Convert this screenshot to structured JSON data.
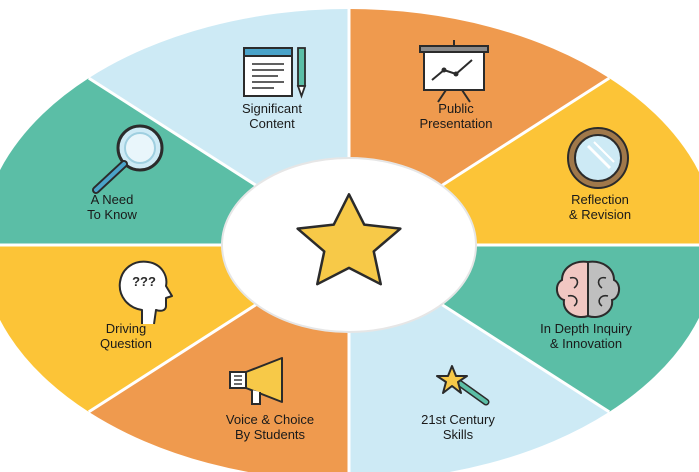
{
  "palette": {
    "light_blue": "#cdeaf5",
    "orange": "#ef9a4e",
    "yellow": "#fcc437",
    "teal": "#5bbea6",
    "hub": "#ffffff",
    "star": "#f7c948",
    "outline": "#2b2b2b"
  },
  "segments": [
    {
      "id": "significant-content",
      "lines": [
        "Significant",
        "Content"
      ],
      "color": "light_blue",
      "icon": "document-pencil-icon"
    },
    {
      "id": "public-presentation",
      "lines": [
        "Public",
        "Presentation"
      ],
      "color": "orange",
      "icon": "presentation-board-icon"
    },
    {
      "id": "reflection-revision",
      "lines": [
        "Reflection",
        "& Revision"
      ],
      "color": "yellow",
      "icon": "mirror-icon"
    },
    {
      "id": "in-depth-inquiry",
      "lines": [
        "In Depth Inquiry",
        "& Innovation"
      ],
      "color": "teal",
      "icon": "brain-icon"
    },
    {
      "id": "21st-century-skills",
      "lines": [
        "21st Century",
        "Skills"
      ],
      "color": "light_blue",
      "icon": "magic-wand-icon"
    },
    {
      "id": "voice-choice",
      "lines": [
        "Voice & Choice",
        "By Students"
      ],
      "color": "orange",
      "icon": "megaphone-icon"
    },
    {
      "id": "driving-question",
      "lines": [
        "Driving",
        "Question"
      ],
      "color": "yellow",
      "icon": "thinking-head-icon"
    },
    {
      "id": "need-to-know",
      "lines": [
        "A Need",
        "To Know"
      ],
      "color": "teal",
      "icon": "magnifier-icon"
    }
  ],
  "center": {
    "icon": "star-icon"
  }
}
